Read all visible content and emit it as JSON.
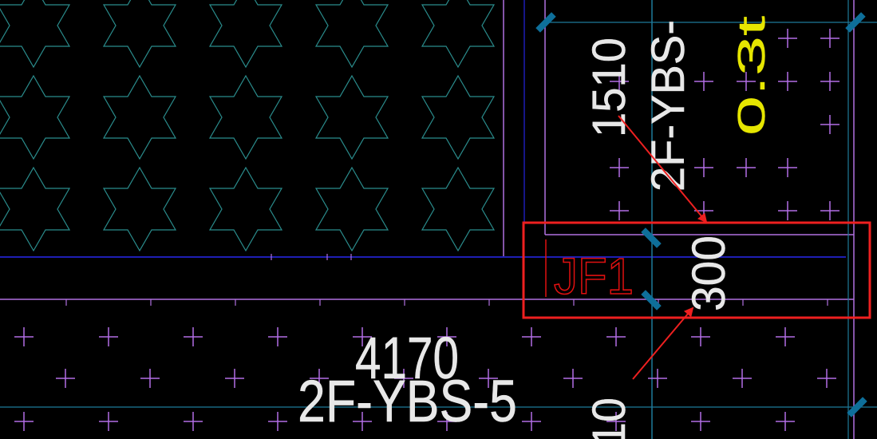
{
  "drawing": {
    "labels": {
      "dim_lower": "4170",
      "member_lower": "2F-YBS-5",
      "dim_upper": "1510",
      "member_upper": "2F-YBS-",
      "load_upper": "0.3t",
      "tag_box": "JF1",
      "dim_box": "300",
      "dim_bottom_partial": "10"
    },
    "colors": {
      "background": "#000000",
      "hatch_star": "#2a8d8d",
      "grid_cross": "#b36ee6",
      "beam_line_purple": "#b070e0",
      "beam_line_blue": "#1e1eb4",
      "cyan_line": "#1e7a9a",
      "column_marker": "#0e6f9a",
      "text_white": "#e8e8e8",
      "text_yellow": "#e6e600",
      "text_red": "#e01010",
      "highlight": "#ee2020"
    }
  }
}
